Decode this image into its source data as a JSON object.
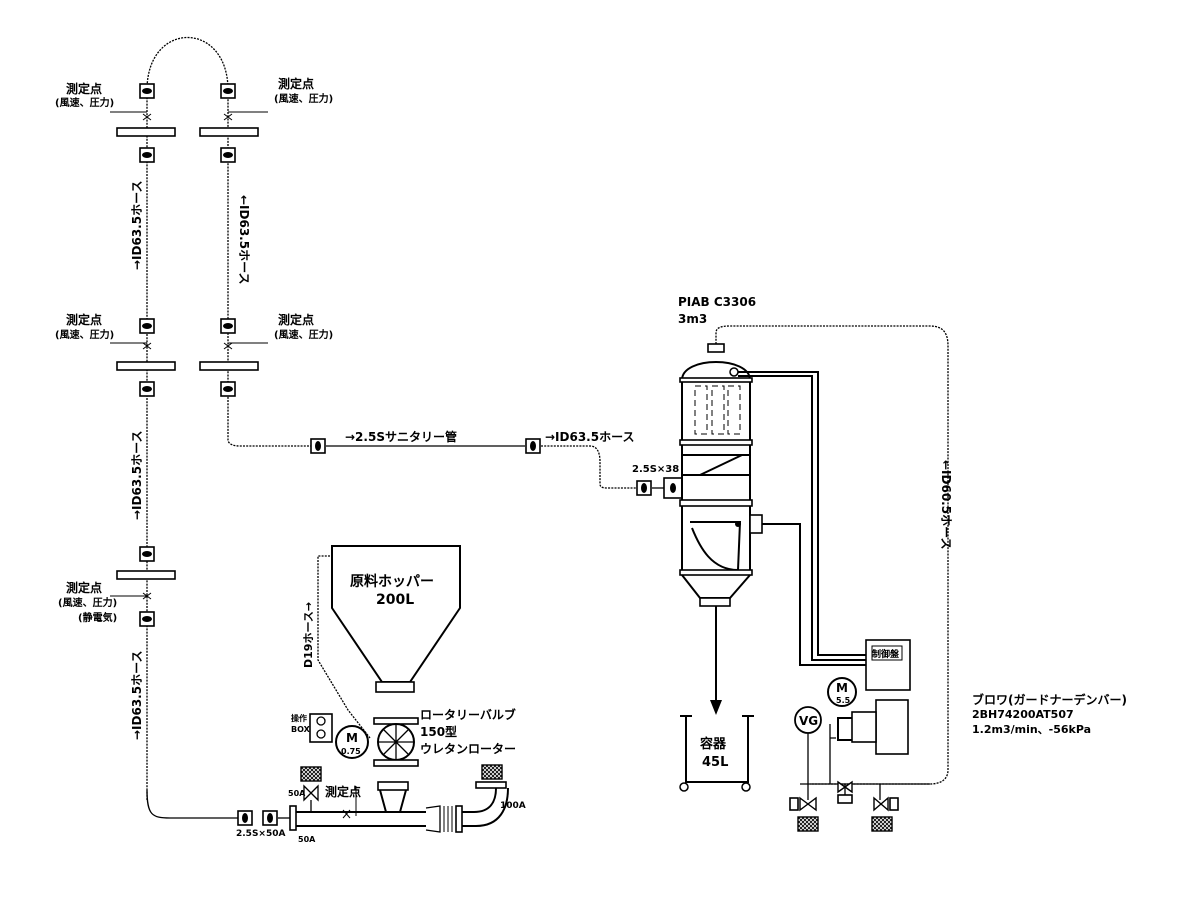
{
  "measurement_points": [
    {
      "title": "測定点",
      "detail": "(風速、圧力)",
      "extra": ""
    },
    {
      "title": "測定点",
      "detail": "(風速、圧力)",
      "extra": ""
    },
    {
      "title": "測定点",
      "detail": "(風速、圧力)",
      "extra": ""
    },
    {
      "title": "測定点",
      "detail": "(風速、圧力)",
      "extra": ""
    },
    {
      "title": "測定点",
      "detail": "(風速、圧力)",
      "extra": "(静電気)"
    }
  ],
  "pipes": {
    "left_hose_upper": "→ID63.5ホース",
    "left_hose_middle": "→ID63.5ホース",
    "left_hose_lower": "→ID63.5ホース",
    "right_hose_upper": "←ID63.5ホース",
    "sanitary_pipe": "→2.5Sサニタリー管",
    "receiver_hose": "→ID63.5ホース",
    "reducer_right": "2.5S×38",
    "reducer_bottom": "2.5S×50A",
    "d19_hose": "D19ホース→",
    "return_hose": "←ID60.5ホース"
  },
  "receiver": {
    "model": "PIAB C3306",
    "volume": "3m3"
  },
  "hopper": {
    "name": "原料ホッパー",
    "volume": "200L"
  },
  "rotary_valve": {
    "line1": "ロータリーバルブ",
    "line2": "150型",
    "line3": "ウレタンローター"
  },
  "op_box": {
    "line1": "操作",
    "line2": "BOX"
  },
  "motor_valve": {
    "symbol": "M",
    "rating": "0.75"
  },
  "motor_blower": {
    "symbol": "M",
    "rating": "5.5"
  },
  "container": {
    "name": "容器",
    "volume": "45L"
  },
  "control_panel": {
    "label": "制御盤"
  },
  "blower": {
    "title": "ブロワ(ガードナーデンバー)",
    "model": "2BH74200AT507",
    "spec": "1.2m3/min、-56kPa"
  },
  "vg": {
    "label": "VG"
  },
  "bottom_line": {
    "measure_label": "測定点",
    "size_50a_top": "50A",
    "size_50a_bottom": "50A",
    "size_100a": "100A"
  }
}
